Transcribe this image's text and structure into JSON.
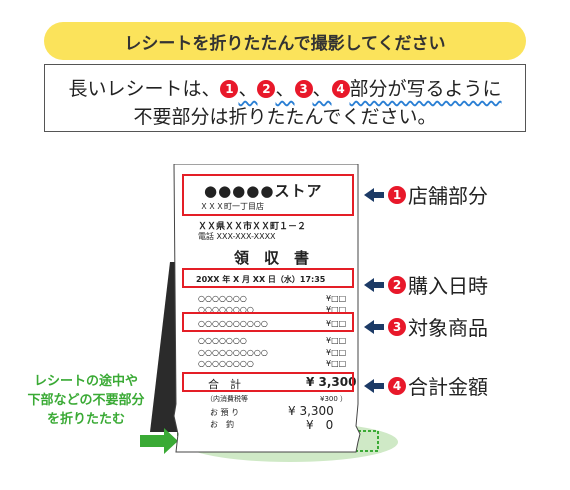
{
  "banner": "レシートを折りたたんで撮影してください",
  "instruction": {
    "line1_a": "長いレシートは、",
    "line1_b": "部分が写るように",
    "line2": "不要部分は折りたたんでください。",
    "sep": "、"
  },
  "numbers": [
    "1",
    "2",
    "3",
    "4"
  ],
  "receipt": {
    "store_name": "●●●●●ストア",
    "branch": "ＸＸＸ町一丁目店",
    "address": "ＸＸ県ＸＸ市ＸＸ町１－２",
    "phone": "電話 XXX-XXX-XXXX",
    "title": "領　収　書",
    "datetime": "20XX 年 X 月 XX 日（水）17:35",
    "items": [
      {
        "name": "○○○○○○○",
        "price": "¥□□"
      },
      {
        "name": "○○○○○○○○",
        "price": "¥□□"
      },
      {
        "name": "○○○○○○○○○○",
        "price": "¥□□"
      },
      {
        "name": "○○○○○○○",
        "price": "¥□□"
      },
      {
        "name": "○○○○○○○○○○",
        "price": "¥□□"
      },
      {
        "name": "○○○○○○○○",
        "price": "¥□□"
      }
    ],
    "total_label": "合　計",
    "total_value": "¥ 3,300",
    "tax_label": "（内消費税等",
    "tax_value": "¥300 ）",
    "deposit_label": "お 預 り",
    "deposit_value": "¥ 3,300",
    "change_label": "お　釣",
    "change_value": "¥　0"
  },
  "labels": {
    "store": "店舗部分",
    "datetime": "購入日時",
    "items": "対象商品",
    "total": "合計金額"
  },
  "green_note": [
    "レシートの途中や",
    "下部などの不要部分",
    "を折りたたむ"
  ],
  "colors": {
    "banner": "#fbe35b",
    "accent_red": "#e41e26",
    "arrow_navy": "#1c3a66",
    "green": "#3aaa35"
  }
}
